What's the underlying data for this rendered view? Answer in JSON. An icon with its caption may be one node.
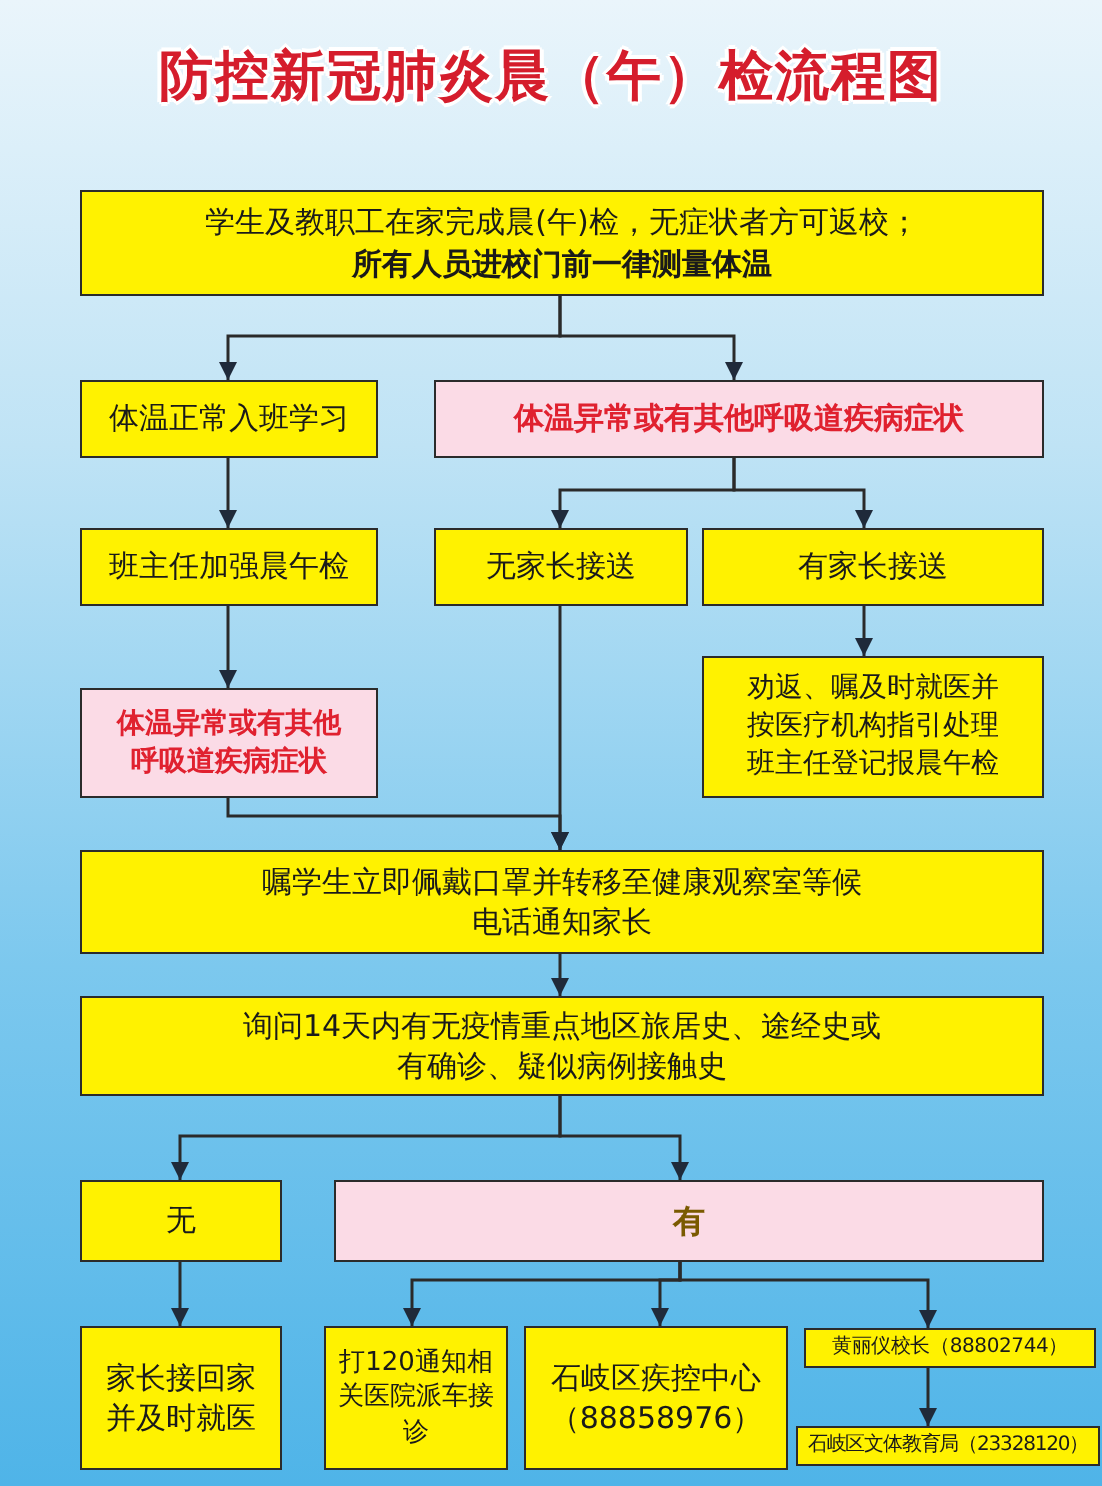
{
  "diagram": {
    "title": "防控新冠肺炎晨（午）检流程图",
    "nodes": [
      {
        "text": [
          "学生及教职工在家完成晨(午)检，无症状者方可返校；",
          "所有人员进校门前一律测量体温"
        ]
      },
      {
        "text": [
          "体温正常入班学习"
        ]
      },
      {
        "text": [
          "体温异常或有其他呼吸道疾病症状"
        ]
      },
      {
        "text": [
          "班主任加强晨午检"
        ]
      },
      {
        "text": [
          "无家长接送"
        ]
      },
      {
        "text": [
          "有家长接送"
        ]
      },
      {
        "text": [
          "体温异常或有其他呼吸道疾病症状"
        ]
      },
      {
        "text": [
          "劝返、嘱及时就医并按医疗机构指引处理班主任登记报晨午检"
        ]
      },
      {
        "text": [
          "嘱学生立即佩戴口罩并转移至健康观察室等候电话通知家长"
        ]
      },
      {
        "text": [
          "询问14天内有无疫情重点地区旅居史、途经史或有确诊、疑似病例接触史"
        ]
      },
      {
        "text": [
          "无"
        ]
      },
      {
        "text": [
          "有"
        ]
      },
      {
        "text": [
          "家长接回家并及时就医"
        ]
      },
      {
        "text": [
          "打120通知相关医院派车接诊"
        ]
      },
      {
        "text": [
          "石岐区疾控中心（88858976）"
        ]
      },
      {
        "text": [
          "黄丽仪校长（88802744）"
        ]
      },
      {
        "text": [
          "石岐区文体教育局（23328120）"
        ]
      }
    ],
    "edges": [
      {
        "from": 0,
        "to": 1,
        "arrow": "to"
      },
      {
        "from": 0,
        "to": 2,
        "arrow": "to"
      },
      {
        "from": 1,
        "to": 3,
        "arrow": "to"
      },
      {
        "from": 2,
        "to": 4,
        "arrow": "to"
      },
      {
        "from": 2,
        "to": 5,
        "arrow": "to"
      },
      {
        "from": 3,
        "to": 6,
        "arrow": "to"
      },
      {
        "from": 5,
        "to": 7,
        "arrow": "to"
      },
      {
        "from": 6,
        "to": 8,
        "arrow": "to"
      },
      {
        "from": 4,
        "to": 8,
        "arrow": "to"
      },
      {
        "from": 8,
        "to": 9,
        "arrow": "to"
      },
      {
        "from": 9,
        "to": 10,
        "arrow": "to"
      },
      {
        "from": 9,
        "to": 11,
        "arrow": "to"
      },
      {
        "from": 10,
        "to": 12,
        "arrow": "to"
      },
      {
        "from": 11,
        "to": 13,
        "arrow": "to"
      },
      {
        "from": 11,
        "to": 14,
        "arrow": "to"
      },
      {
        "from": 11,
        "to": 15,
        "arrow": "to"
      },
      {
        "from": 15,
        "to": 16,
        "arrow": "to"
      }
    ]
  }
}
